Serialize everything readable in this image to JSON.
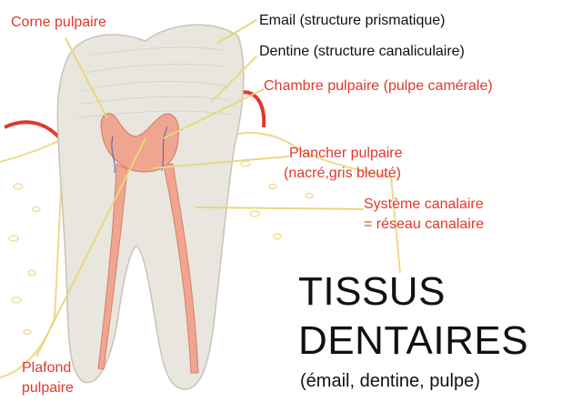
{
  "labels": {
    "corne_pulpaire": "Corne pulpaire",
    "email": "Email (structure prismatique)",
    "dentine": "Dentine (structure canaliculaire)",
    "chambre_pulpaire": "Chambre pulpaire (pulpe camérale)",
    "plancher_pulpaire_line1": "Plancher pulpaire",
    "plancher_pulpaire_line2": "(nacré,gris bleuté)",
    "systeme_canalaire_line1": "Système canalaire",
    "systeme_canalaire_line2": "= réseau canalaire",
    "plafond_pulpaire_line1": "Plafond",
    "plafond_pulpaire_line2": "pulpaire"
  },
  "title": {
    "line1": "TISSUS",
    "line2": "DENTAIRES",
    "subtitle": "(émail, dentine, pulpe)"
  },
  "colors": {
    "label_red": "#e0392b",
    "leader_line": "#e8d87a",
    "tooth": "#e9e6e0",
    "pulp": "#efa58f",
    "bone_outline": "#f0d98a",
    "gum": "#e0392b"
  }
}
